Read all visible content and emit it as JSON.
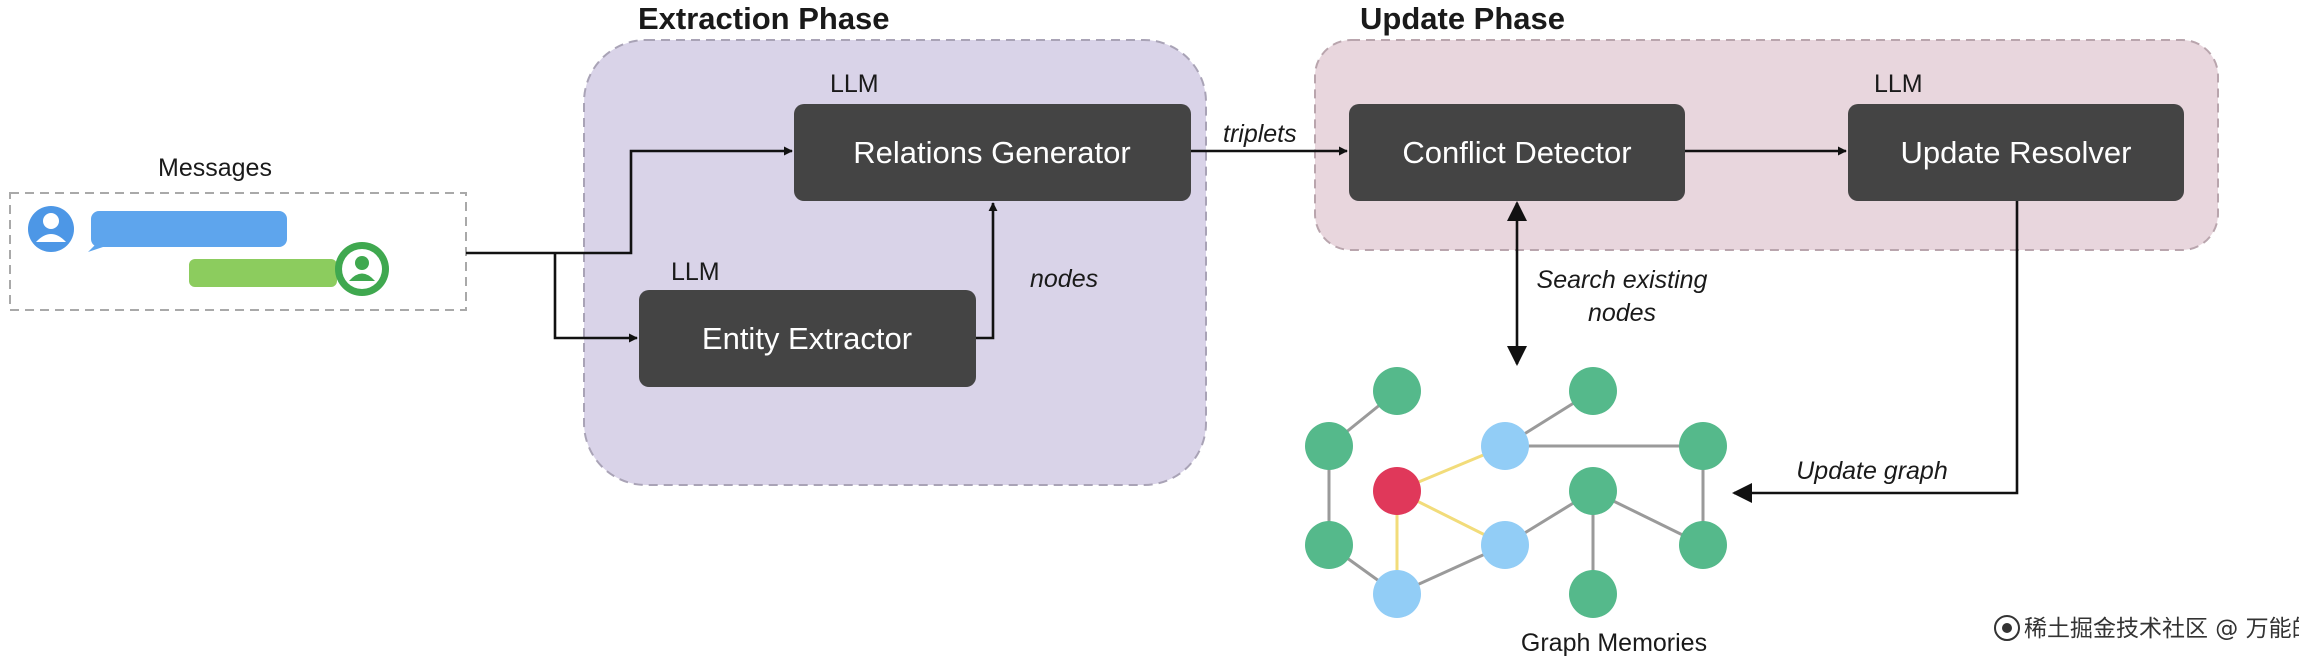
{
  "phases": {
    "extraction_title": "Extraction Phase",
    "update_title": "Update Phase"
  },
  "messages": {
    "label": "Messages"
  },
  "nodes": {
    "relations_generator": {
      "label": "Relations Generator",
      "tag": "LLM"
    },
    "entity_extractor": {
      "label": "Entity Extractor",
      "tag": "LLM"
    },
    "conflict_detector": {
      "label": "Conflict Detector"
    },
    "update_resolver": {
      "label": "Update Resolver",
      "tag": "LLM"
    }
  },
  "edge_labels": {
    "triplets": "triplets",
    "nodes": "nodes",
    "search_line1": "Search existing",
    "search_line2": "nodes",
    "update_graph": "Update graph"
  },
  "graph": {
    "label": "Graph Memories"
  },
  "watermark": {
    "text": "稀土掘金技术社区 @ 万能的喵"
  },
  "colors": {
    "extraction_bg": "#d9d3e8",
    "update_bg": "#e8d6dd",
    "box": "#444444",
    "node_green": "#55b98b",
    "node_blue": "#92cdf6",
    "node_red": "#e0385a",
    "bubble_blue": "#5ea5ed",
    "bubble_green": "#8ccc5e",
    "avatar_blue": "#4d97e6",
    "avatar_green": "#3fa84f"
  }
}
